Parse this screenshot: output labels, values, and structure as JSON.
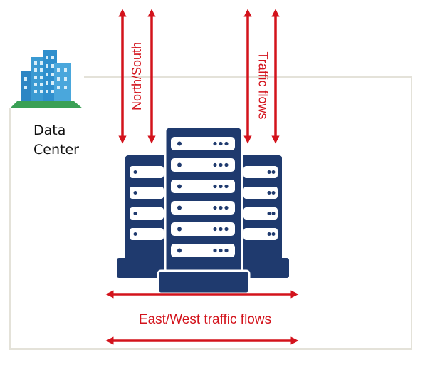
{
  "colors": {
    "arrow": "#d3131c",
    "server": "#1f3a6e",
    "server_light": "#ffffff",
    "border": "#e4e2d9",
    "building": "#3a9ad2",
    "building_dark": "#1f6fa8",
    "ground": "#3aa055"
  },
  "labels": {
    "north_south": "North/South",
    "traffic_flows": "Traffic flows",
    "east_west": "East/West traffic flows"
  },
  "data_center": {
    "line1": "Data",
    "line2": "Center"
  },
  "icons": {
    "building": "building-icon",
    "servers": "server-rack-icon"
  }
}
